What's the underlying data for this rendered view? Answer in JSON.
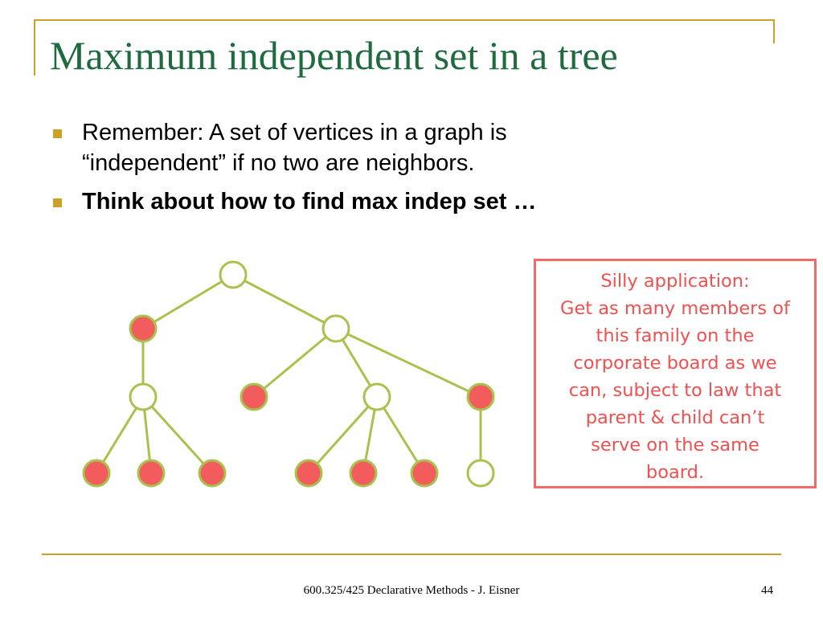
{
  "slide": {
    "title": "Maximum independent set in a tree",
    "bullets": [
      {
        "lines": [
          "Remember: A set of vertices in a graph is",
          "“independent” if no two are neighbors."
        ]
      },
      {
        "lines": [
          "Think about how to find max indep set …"
        ]
      }
    ],
    "note_lines": [
      "Silly application:",
      "Get as many members of",
      "this family on the",
      "corporate board as we",
      "can, subject to law that",
      "parent & child can’t",
      "serve on the same",
      "board."
    ],
    "footer": "600.325/425 Declarative Methods - J. Eisner",
    "page_number": "44"
  },
  "colors": {
    "title": "#1f6b3f",
    "accent": "#c9a227",
    "edge": "#a9c24d",
    "selected_fill": "#f25c5c",
    "note": "#ef5050"
  },
  "tree": {
    "nodes": [
      {
        "id": "root",
        "selected": false
      },
      {
        "id": "a",
        "selected": true
      },
      {
        "id": "b",
        "selected": false
      },
      {
        "id": "a1",
        "selected": false
      },
      {
        "id": "b1",
        "selected": true
      },
      {
        "id": "b2",
        "selected": false
      },
      {
        "id": "b3",
        "selected": true
      },
      {
        "id": "a1x",
        "selected": true
      },
      {
        "id": "a1y",
        "selected": true
      },
      {
        "id": "a1z",
        "selected": true
      },
      {
        "id": "b2x",
        "selected": true
      },
      {
        "id": "b2y",
        "selected": true
      },
      {
        "id": "b2z",
        "selected": true
      },
      {
        "id": "b3x",
        "selected": false
      }
    ],
    "edges": [
      [
        "root",
        "a"
      ],
      [
        "root",
        "b"
      ],
      [
        "a",
        "a1"
      ],
      [
        "b",
        "b1"
      ],
      [
        "b",
        "b2"
      ],
      [
        "b",
        "b3"
      ],
      [
        "a1",
        "a1x"
      ],
      [
        "a1",
        "a1y"
      ],
      [
        "a1",
        "a1z"
      ],
      [
        "b2",
        "b2x"
      ],
      [
        "b2",
        "b2y"
      ],
      [
        "b2",
        "b2z"
      ],
      [
        "b3",
        "b3x"
      ]
    ]
  }
}
